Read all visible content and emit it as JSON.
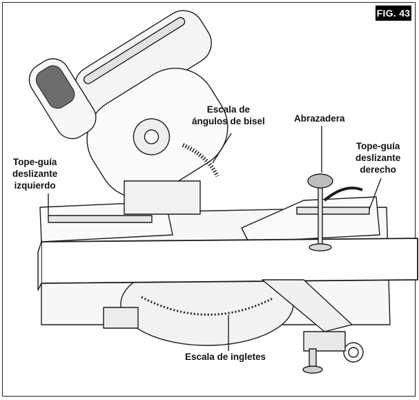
{
  "figure": {
    "badge": "FIG. 43"
  },
  "labels": {
    "bevel_scale": [
      "Escala de",
      "ángulos de bisel"
    ],
    "clamp": "Abrazadera",
    "right_fence": [
      "Tope-guía",
      "deslizante",
      "derecho"
    ],
    "left_fence": [
      "Tope-guía",
      "deslizante",
      "izquierdo"
    ],
    "miter_scale": "Escala de ingletes"
  }
}
